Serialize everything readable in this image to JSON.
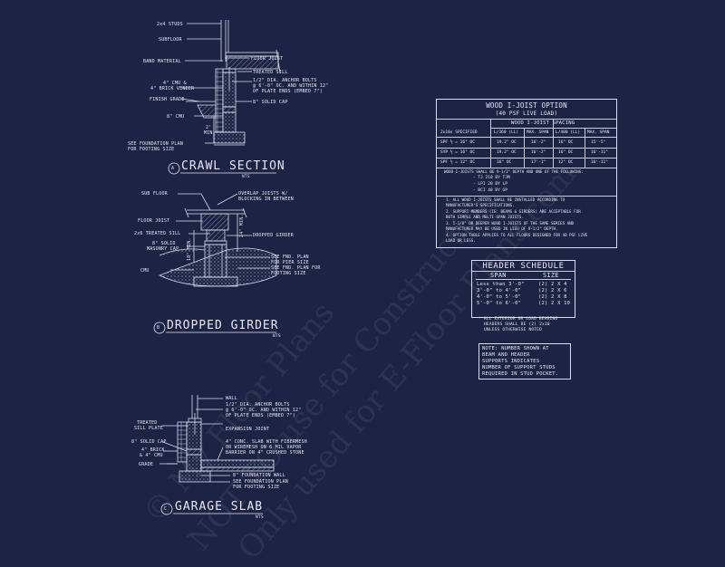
{
  "watermark": {
    "line1": "© My Floor Plans",
    "line2": "NOT TO use for Construction",
    "line3": "Only used for E-Floor Plans.com"
  },
  "crawl": {
    "title": "CRAWL SECTION",
    "letter": "A",
    "nts": "NTS",
    "labels": {
      "studs": "2x4 STUDS",
      "subfloor": "SUBFLOOR",
      "band": "BAND MATERIAL",
      "joist": "FLOOR JOIST",
      "sill": "TREATED SILL",
      "cmu": "4\" CMU &",
      "veneer": "4\" BRICK VENEER",
      "bolts1": "1/2\" DIA. ANCHOR BOLTS",
      "bolts2": "@ 6'-0\" OC. AND WITHIN 12\"",
      "bolts3": "OF PLATE ENDS (EMBED 7\")",
      "grade": "FINISH GRADE",
      "cap": "8\" SOLID CAP",
      "cmu8": "8\" CMU",
      "see1": "SEE FOUNDATION PLAN",
      "see2": "FOR FOOTING SIZE",
      "dim1": "2'",
      "dim2": "MIN."
    }
  },
  "girder": {
    "title": "DROPPED GIRDER",
    "letter": "B",
    "nts": "NTS",
    "labels": {
      "subfloor": "SUB FLOOR",
      "overlap1": "OVERLAP JOISTS W/",
      "overlap2": "BLOCKING IN BETWEEN",
      "joist": "FLOOR JOIST",
      "sill": "2x6 TREATED SILL",
      "girder": "DROPPED GIRDER",
      "cap1": "8\" SOLID",
      "cap2": "MASONRY CAP",
      "cmu": "CMU",
      "pier1": "SEE FND. PLAN",
      "pier2": "FOR PIER SIZE",
      "foot1": "SEE FND. PLAN FOR",
      "foot2": "FOOTING SIZE",
      "dim1": "24\" MIN.",
      "dim2": "18\" MIN."
    }
  },
  "garage": {
    "title": "GARAGE SLAB",
    "letter": "C",
    "nts": "NTS",
    "labels": {
      "wall": "WALL",
      "bolts1": "1/2\" DIA. ANCHOR BOLTS",
      "bolts2": "@ 6'-0\" OC. AND WITHIN 12\"",
      "bolts3": "OF PLATE ENDS (EMBED 7\")",
      "sill1": "TREATED",
      "sill2": "SILL PLATE",
      "exp": "EXPANSION JOINT",
      "cap": "8\" SOLID CAP",
      "slab1": "4\" CONC. SLAB WITH FIBERMESH",
      "slab2": "OR WIREMESH ON 6 MIL VAPOR",
      "slab3": "BARRIER ON 4\" CRUSHED STONE",
      "brick1": "4\" BRICK",
      "brick2": "& 4\" CMU",
      "grade": "GRADE",
      "fwall": "8\" FOUNDATION WALL",
      "see1": "SEE FOUNDATION PLAN",
      "see2": "FOR FOOTING SIZE"
    }
  },
  "ijoist": {
    "title": "WOOD I-JOIST OPTION",
    "subtitle": "(40 PSF LIVE LOAD)",
    "spacing_header": "WOOD I-JOIST SPACING",
    "columns": [
      "2x10s SPECIFIED",
      "L/360 (LL)",
      "MAX. SPAN",
      "L/480 (LL)",
      "MAX. SPAN"
    ],
    "rows": [
      [
        "SPF ½ = 16\" OC",
        "19.2\" OC",
        "16'-2\"",
        "16\" OC",
        "15'-5\""
      ],
      [
        "SYP ½ = 16\" OC",
        "19.2\" OC",
        "16'-2\"",
        "16\" OC",
        "16'-11\""
      ],
      [
        "SPF ½ = 12\" OC",
        "16\" OC",
        "17'-1\"",
        "12\" OC",
        "16'-11\""
      ]
    ],
    "depth_note": "WOOD I-JOISTS SHALL BE 9-1/2\" DEPTH AND ONE OF THE FOLLOWING:",
    "options": [
      "- TJ 210 BY TJM",
      "- LPI 20 BY LP",
      "- BCI 40 BY GP"
    ],
    "notes": [
      "1. ALL WOOD I-JOISTS SHALL BE INSTALLED ACCORDING TO MANUFACTURER'S SPECIFICATIONS.",
      "2. SUPPORT MEMBERS (IE: BEAMS & GIRDERS) ARE ACCEPTABLE FOR BOTH SIMPLE AND MULTI-SPAN JOISTS.",
      "3. 1-1/8\" OR DEEPER WOOD I-JOISTS OF THE SAME SERIES AND MANUFACTURER MAY BE USED IN LIEU OF 9-1/2\" DEPTH.",
      "4. OPTION TABLE APPLIES TO ALL FLOORS DESIGNED FOR 40 PSF LIVE LOAD OR LESS."
    ]
  },
  "header_schedule": {
    "title": "HEADER SCHEDULE",
    "col_span": "SPAN",
    "col_size": "SIZE",
    "rows": [
      [
        "Less than 3'-0\"",
        "(2) 2 X 4"
      ],
      [
        "3'-0\" to 4'-0\"",
        "(2) 2 X 6"
      ],
      [
        "4'-0\" to 5'-0\"",
        "(2) 2 X 8"
      ],
      [
        "5'-0\" to 6'-0\"",
        "(2) 2 X 10"
      ]
    ],
    "note1": "* ALL EXTERIOR OR LOAD BEARING",
    "note2": "HEADERS SHALL BE (2) 2x10",
    "note3": "UNLESS OTHERWISE NOTED"
  },
  "stud_note": {
    "lines": [
      "NOTE: NUMBER SHOWN AT",
      "BEAM AND HEADER",
      "SUPPORTS INDICATES",
      "NUMBER OF SUPPORT STUDS",
      "REQUIRED IN STUD POCKET."
    ]
  }
}
